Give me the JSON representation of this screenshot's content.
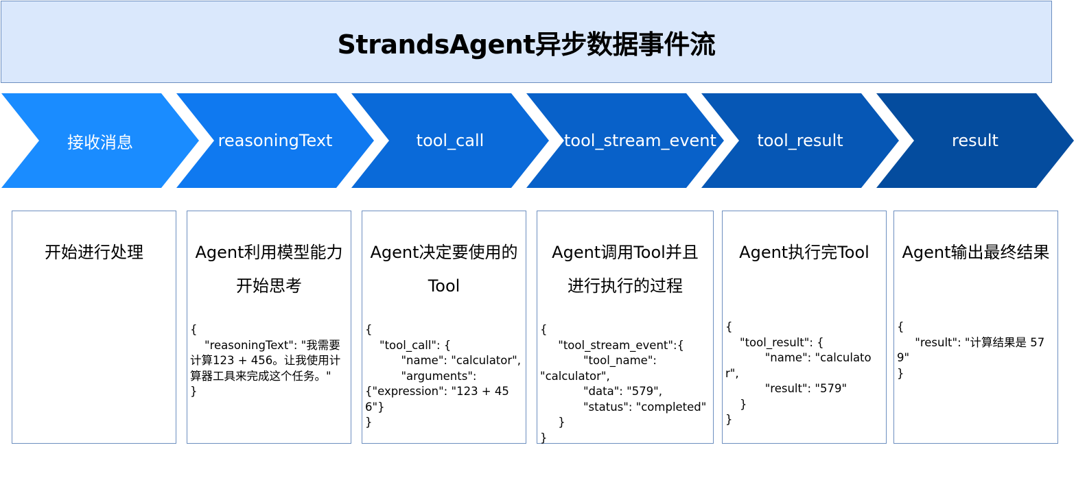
{
  "title": "StrandsAgent异步数据事件流",
  "colors": {
    "banner_fill": "#dae8fc",
    "banner_border": "#6c8ebf",
    "card_border": "#6c8ebf",
    "arrow_fills": [
      "#1a8cff",
      "#0f79f0",
      "#0a6ad9",
      "#0861c9",
      "#0657b5",
      "#044c9e"
    ]
  },
  "stages": [
    {
      "label": "接收消息",
      "heading": "开始进行处理",
      "code": ""
    },
    {
      "label": "reasoningText",
      "heading": "Agent利用模型能力\n开始思考",
      "code": "{\n    \"reasoningText\": \"我需要计算123 + 456。让我使用计算器工具来完成这个任务。\"\n}"
    },
    {
      "label": "tool_call",
      "heading": "Agent决定要使用的\nTool",
      "code": "{\n    \"tool_call\": {\n          \"name\": \"calculator\",\n          \"arguments\":\n{\"expression\": \"123 + 456\"}\n}"
    },
    {
      "label": "tool_stream_event",
      "heading": "Agent调用Tool并且\n进行执行的过程",
      "code": "{\n     \"tool_stream_event\":{\n            \"tool_name\":\n\"calculator\",\n            \"data\": \"579\",\n            \"status\": \"completed\"\n     }\n}"
    },
    {
      "label": "tool_result",
      "heading": "Agent执行完Tool",
      "code": "{\n    \"tool_result\": {\n           \"name\": \"calculator\",\n           \"result\": \"579\"\n    }\n}"
    },
    {
      "label": "result",
      "heading": "Agent输出最终结果",
      "code": "{\n     \"result\": \"计算结果是 579\"\n}"
    }
  ]
}
